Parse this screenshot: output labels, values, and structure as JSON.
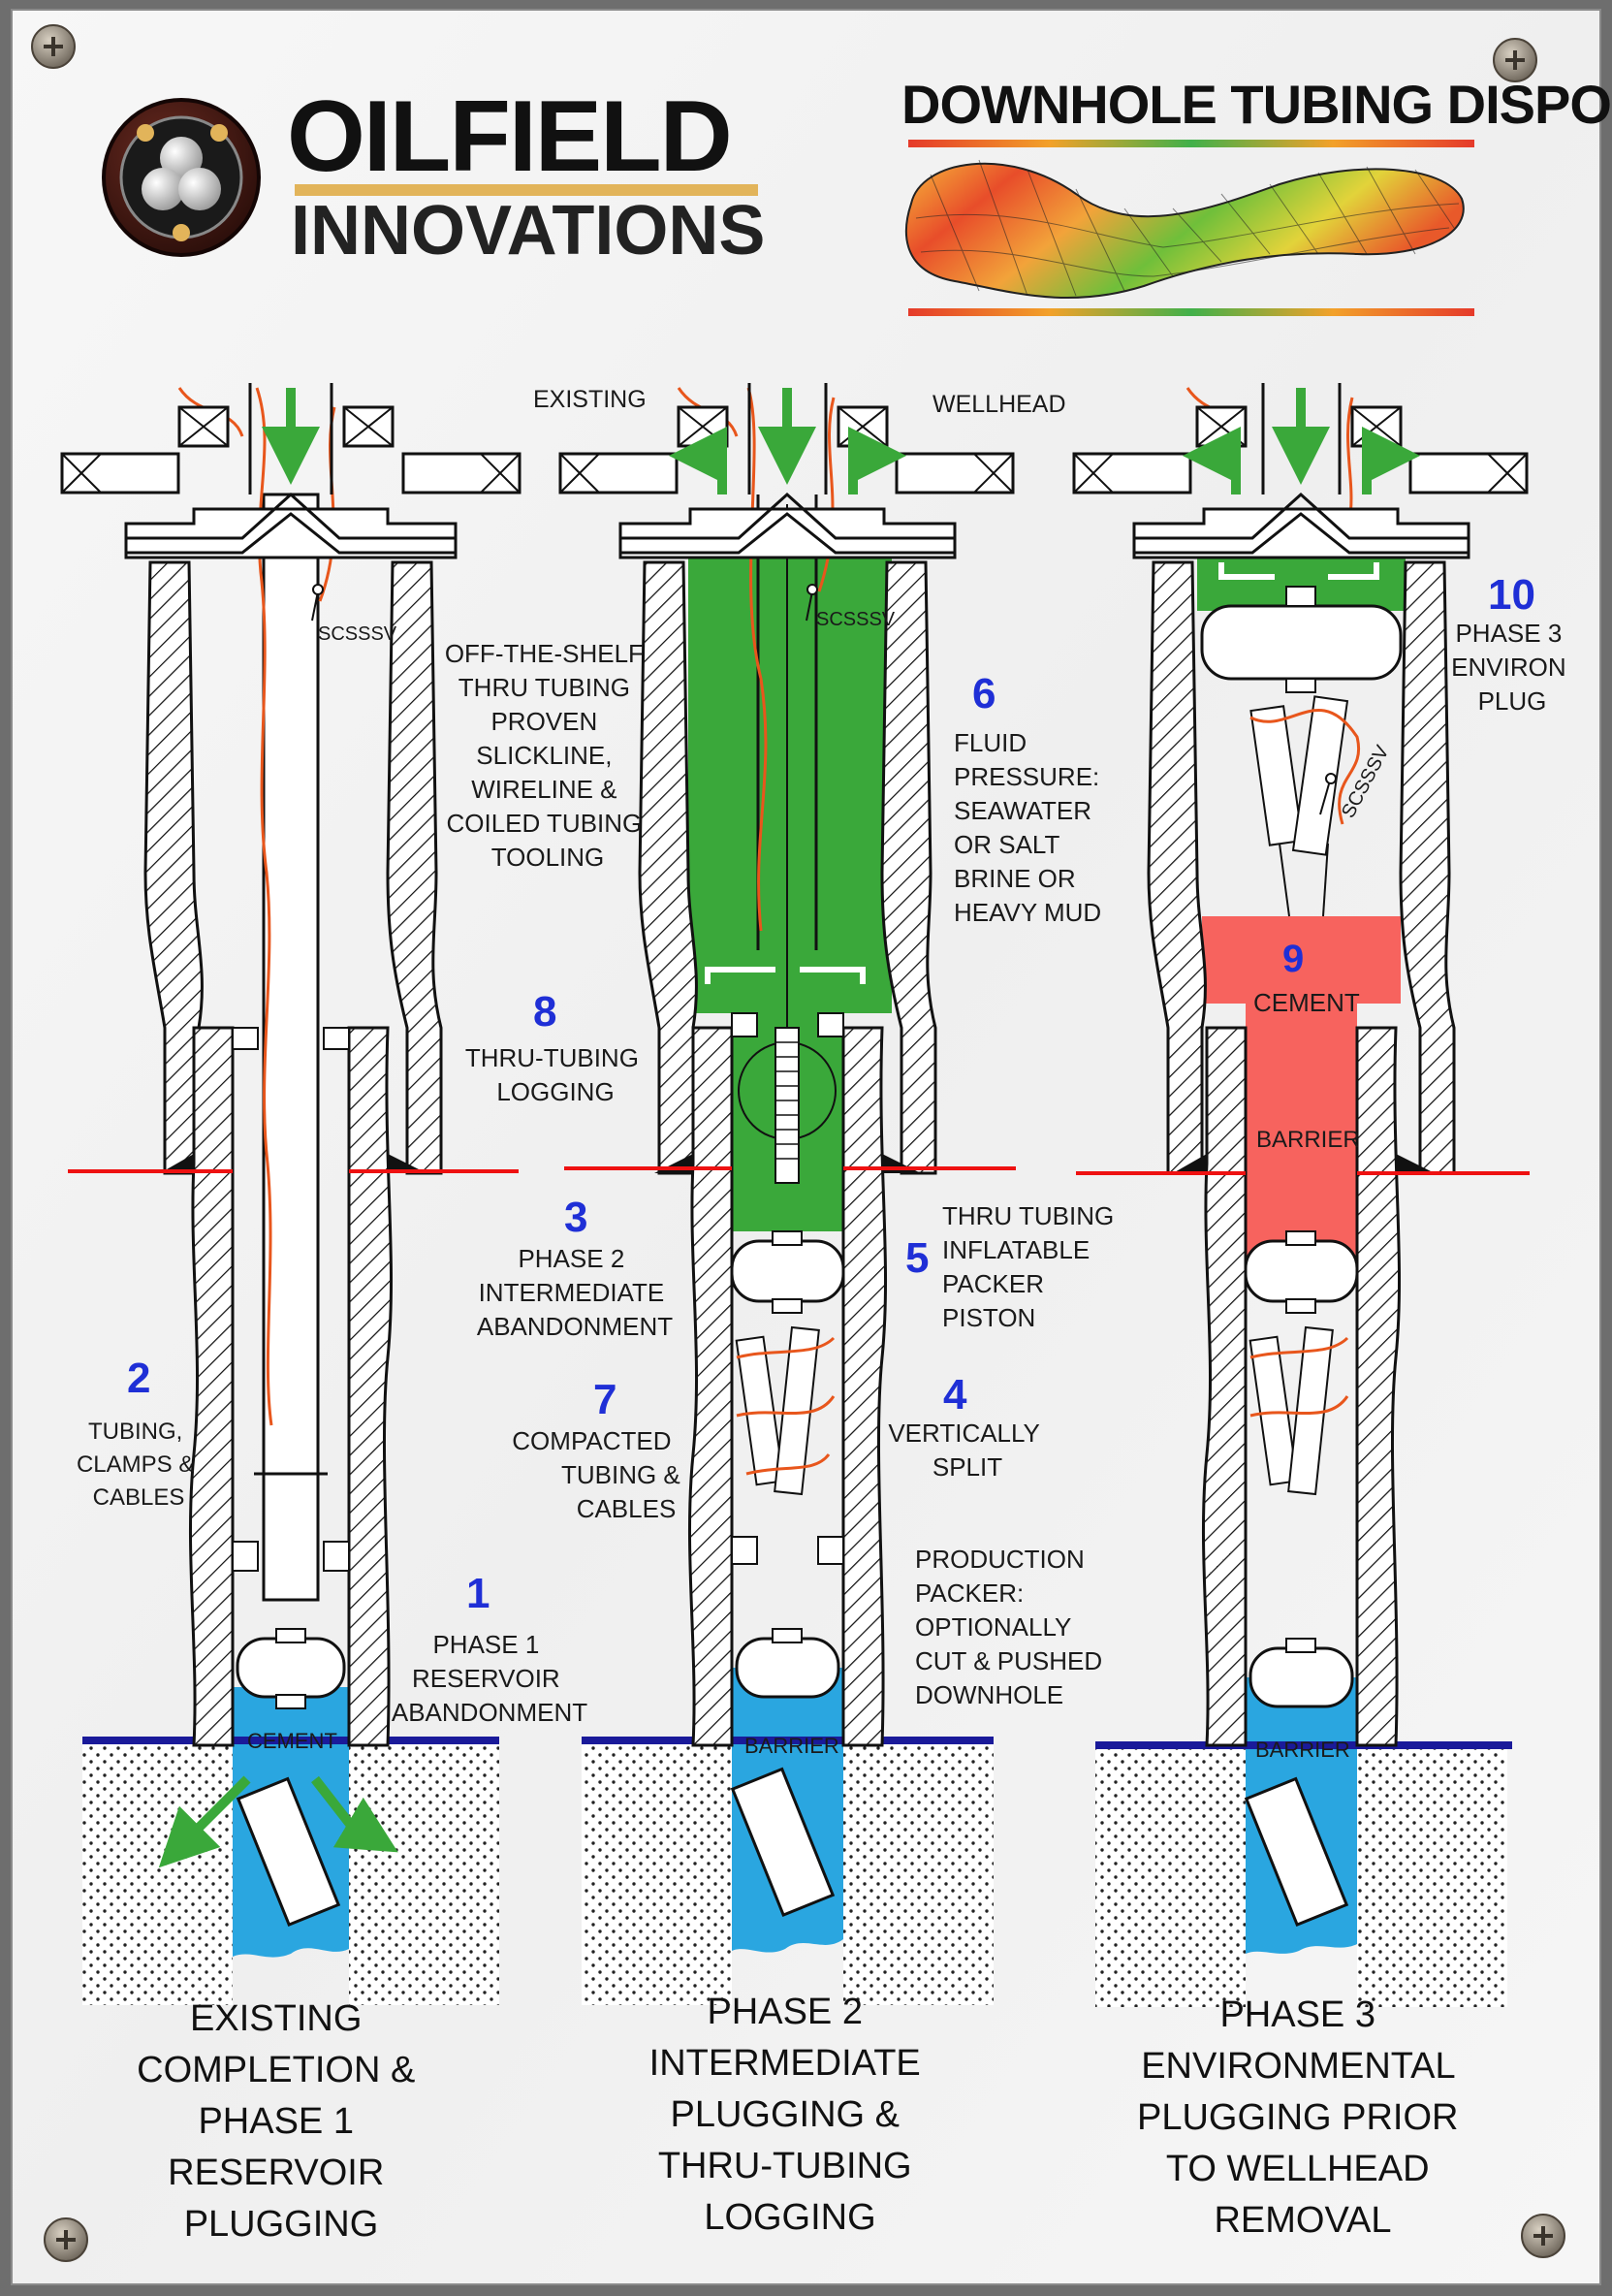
{
  "logo": {
    "line1": "OILFIELD",
    "line2": "INNOVATIONS"
  },
  "header": {
    "title": "DOWNHOLE TUBING DISPOSAL"
  },
  "colors": {
    "fluid_green": "#3aa83a",
    "cement_blue": "#2aa6e0",
    "cement_red": "#f7635e",
    "number_blue": "#1f2fd6",
    "cable_orange": "#e8561c",
    "accent_gold": "#e2b45a"
  },
  "labels": {
    "existing": "EXISTING",
    "wellhead": "WELLHEAD",
    "scsssv_1": "SCSSSV",
    "scsssv_2": "SCSSSV",
    "scsssv_3": "SCSSSV",
    "off_shelf": [
      "OFF-THE-SHELF",
      "THRU TUBING",
      "PROVEN",
      "SLICKLINE,",
      "WIRELINE &",
      "COILED TUBING",
      "TOOLING"
    ],
    "fluid": [
      "FLUID",
      "PRESSURE:",
      "SEAWATER",
      "OR SALT",
      "BRINE OR",
      "HEAVY MUD"
    ],
    "logging": [
      "THRU-TUBING",
      "LOGGING"
    ],
    "phase2_int": [
      "PHASE 2",
      "INTERMEDIATE",
      "ABANDONMENT"
    ],
    "inflatable": [
      "THRU TUBING",
      "INFLATABLE",
      "PACKER",
      "PISTON"
    ],
    "tubing": [
      "TUBING,",
      "CLAMPS &",
      "CABLES"
    ],
    "compacted": [
      "COMPACTED",
      "TUBING &",
      "CABLES"
    ],
    "split": [
      "VERTICALLY",
      "SPLIT"
    ],
    "prod_packer": [
      "PRODUCTION",
      "PACKER:",
      "OPTIONALLY",
      "CUT & PUSHED",
      "DOWNHOLE"
    ],
    "phase1_res": [
      "PHASE 1",
      "RESERVOIR",
      "ABANDONMENT"
    ],
    "phase3_env": [
      "PHASE 3",
      "ENVIRON",
      "PLUG"
    ],
    "cement_1": "CEMENT",
    "barrier_2": "BARRIER",
    "cement_3": "CEMENT",
    "barrier_3a": "BARRIER",
    "barrier_3b": "BARRIER"
  },
  "numbers": {
    "n1": "1",
    "n2": "2",
    "n3": "3",
    "n4": "4",
    "n5": "5",
    "n6": "6",
    "n7": "7",
    "n8": "8",
    "n9": "9",
    "n10": "10"
  },
  "captions": {
    "c1": [
      "EXISTING",
      "COMPLETION &",
      "PHASE 1",
      "RESERVOIR",
      "PLUGGING"
    ],
    "c2": [
      "PHASE 2",
      "INTERMEDIATE",
      "PLUGGING &",
      "THRU-TUBING",
      "LOGGING"
    ],
    "c3": [
      "PHASE 3",
      "ENVIRONMENTAL",
      "PLUGGING PRIOR",
      "TO WELLHEAD",
      "REMOVAL"
    ]
  }
}
